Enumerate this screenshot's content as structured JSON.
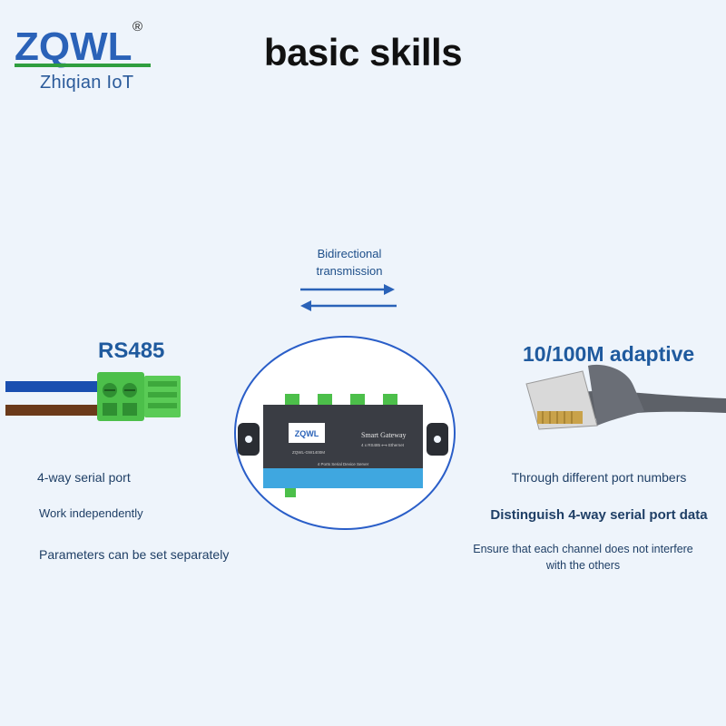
{
  "brand": {
    "logo_text": "ZQWL",
    "registered": "®",
    "subtitle": "Zhiqian IoT"
  },
  "title": "basic skills",
  "transmission": {
    "line1": "Bidirectional",
    "line2": "transmission"
  },
  "left": {
    "label": "RS485",
    "items": [
      "4-way serial port",
      "Work independently",
      "Parameters can be set separately"
    ]
  },
  "right": {
    "label": "10/100M adaptive",
    "items": [
      "Through different port numbers",
      "Distinguish 4-way serial port data",
      "Ensure that each channel does not interfere with the others"
    ]
  },
  "device": {
    "logo": "ZQWL",
    "name": "Smart Gateway",
    "spec": "4 x RS485 ⟷ Ethernet",
    "model": "ZQWL-GW1400M",
    "strip": "4 Ports Serial Device Server"
  },
  "colors": {
    "accent": "#2a5ec8",
    "title": "#111111",
    "text": "#1f3f66",
    "wire_blue": "#1a4fb0",
    "wire_brown": "#6b3a1a",
    "terminal": "#4cbf4a",
    "cable": "#5d6168"
  }
}
